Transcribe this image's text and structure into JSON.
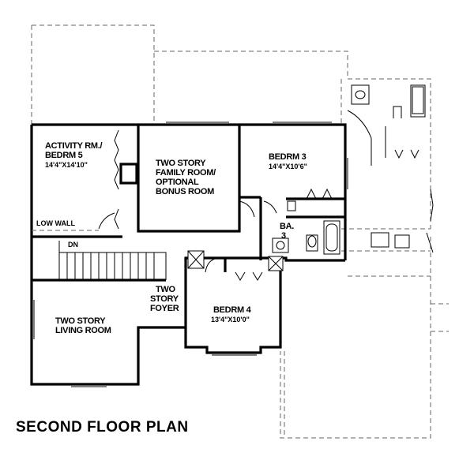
{
  "plan_title": "SECOND FLOOR PLAN",
  "rooms": {
    "activity": {
      "line1": "ACTIVITY RM./",
      "line2": "BEDRM 5",
      "dim": "14'4\"X14'10\""
    },
    "family": {
      "line1": "TWO STORY",
      "line2": "FAMILY ROOM/",
      "line3": "OPTIONAL",
      "line4": "BONUS ROOM"
    },
    "bedroom3": {
      "name": "BEDRM 3",
      "dim": "14'4\"X10'6\""
    },
    "bath3": {
      "line1": "BA.",
      "line2": "3"
    },
    "bedroom4": {
      "name": "BEDRM 4",
      "dim": "13'4\"X10'0\""
    },
    "foyer": {
      "line1": "TWO",
      "line2": "STORY",
      "line3": "FOYER"
    },
    "living": {
      "line1": "TWO STORY",
      "line2": "LIVING ROOM"
    }
  },
  "notes": {
    "low_wall": "LOW WALL",
    "stairs_down": "DN"
  }
}
